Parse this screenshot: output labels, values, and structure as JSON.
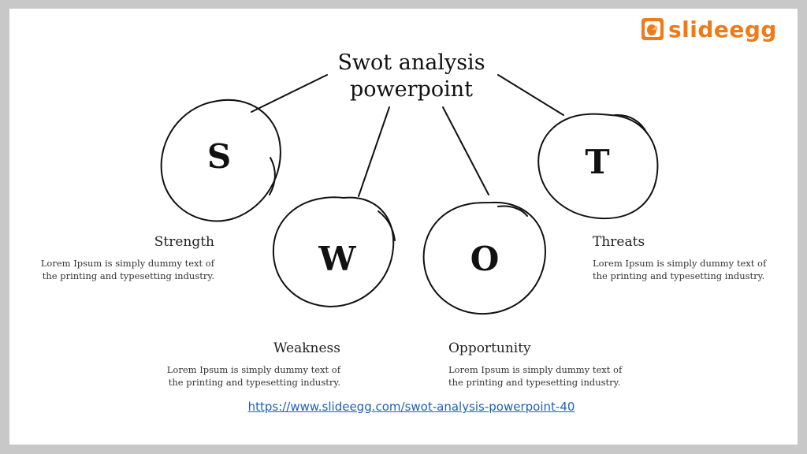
{
  "brand": {
    "name": "slideegg",
    "color": "#f07a16"
  },
  "title_line1": "Swot analysis",
  "title_line2": "powerpoint",
  "items": [
    {
      "letter": "S",
      "label": "Strength",
      "desc_line1": "Lorem Ipsum is simply dummy text of",
      "desc_line2": "the printing and typesetting industry."
    },
    {
      "letter": "W",
      "label": "Weakness",
      "desc_line1": "Lorem Ipsum is simply dummy text of",
      "desc_line2": "the printing and typesetting industry."
    },
    {
      "letter": "O",
      "label": "Opportunity",
      "desc_line1": "Lorem Ipsum is simply dummy text of",
      "desc_line2": "the printing and typesetting industry."
    },
    {
      "letter": "T",
      "label": "Threats",
      "desc_line1": "Lorem Ipsum is simply dummy text of",
      "desc_line2": "the printing and typesetting industry."
    }
  ],
  "footer_link": "https://www.slideegg.com/swot-analysis-powerpoint-40"
}
